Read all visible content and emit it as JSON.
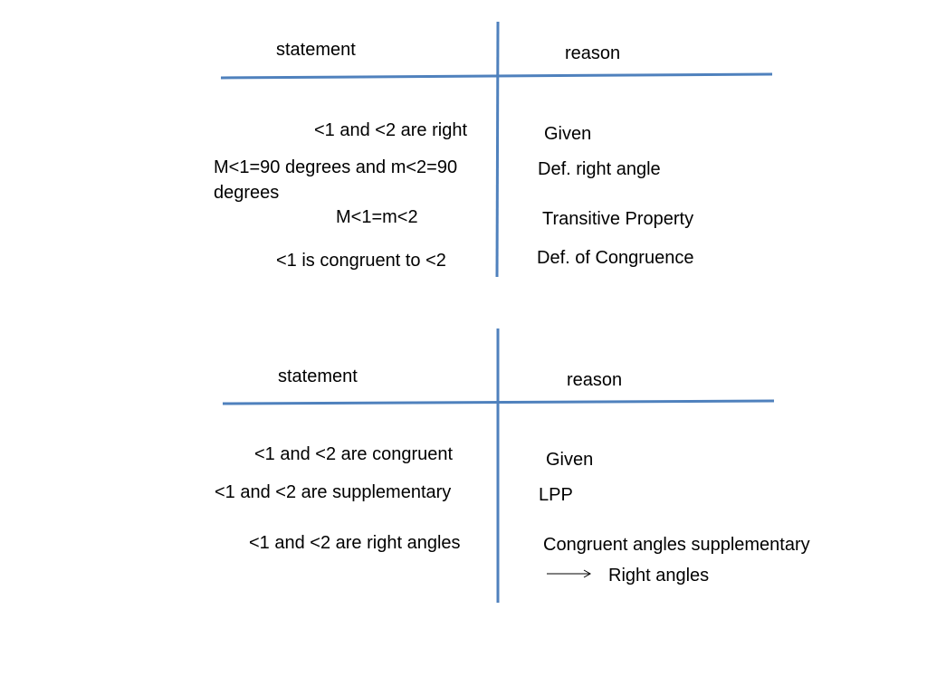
{
  "line_color": "#4F81BD",
  "proof1": {
    "header_statement": "statement",
    "header_reason": "reason",
    "statements": [
      "<1 and <2 are right",
      "M<1=90 degrees and m<2=90 degrees",
      "M<1=m<2",
      "<1 is congruent to <2"
    ],
    "reasons": [
      "Given",
      "Def. right angle",
      "Transitive Property",
      "Def. of Congruence"
    ]
  },
  "proof2": {
    "header_statement": "statement",
    "header_reason": "reason",
    "statements": [
      "<1 and <2 are congruent",
      "<1 and <2 are supplementary",
      "<1 and <2 are right angles"
    ],
    "reasons": [
      "Given",
      "LPP",
      "Congruent angles supplementary",
      "Right angles"
    ],
    "arrow_icon": "long-right-arrow-icon"
  }
}
